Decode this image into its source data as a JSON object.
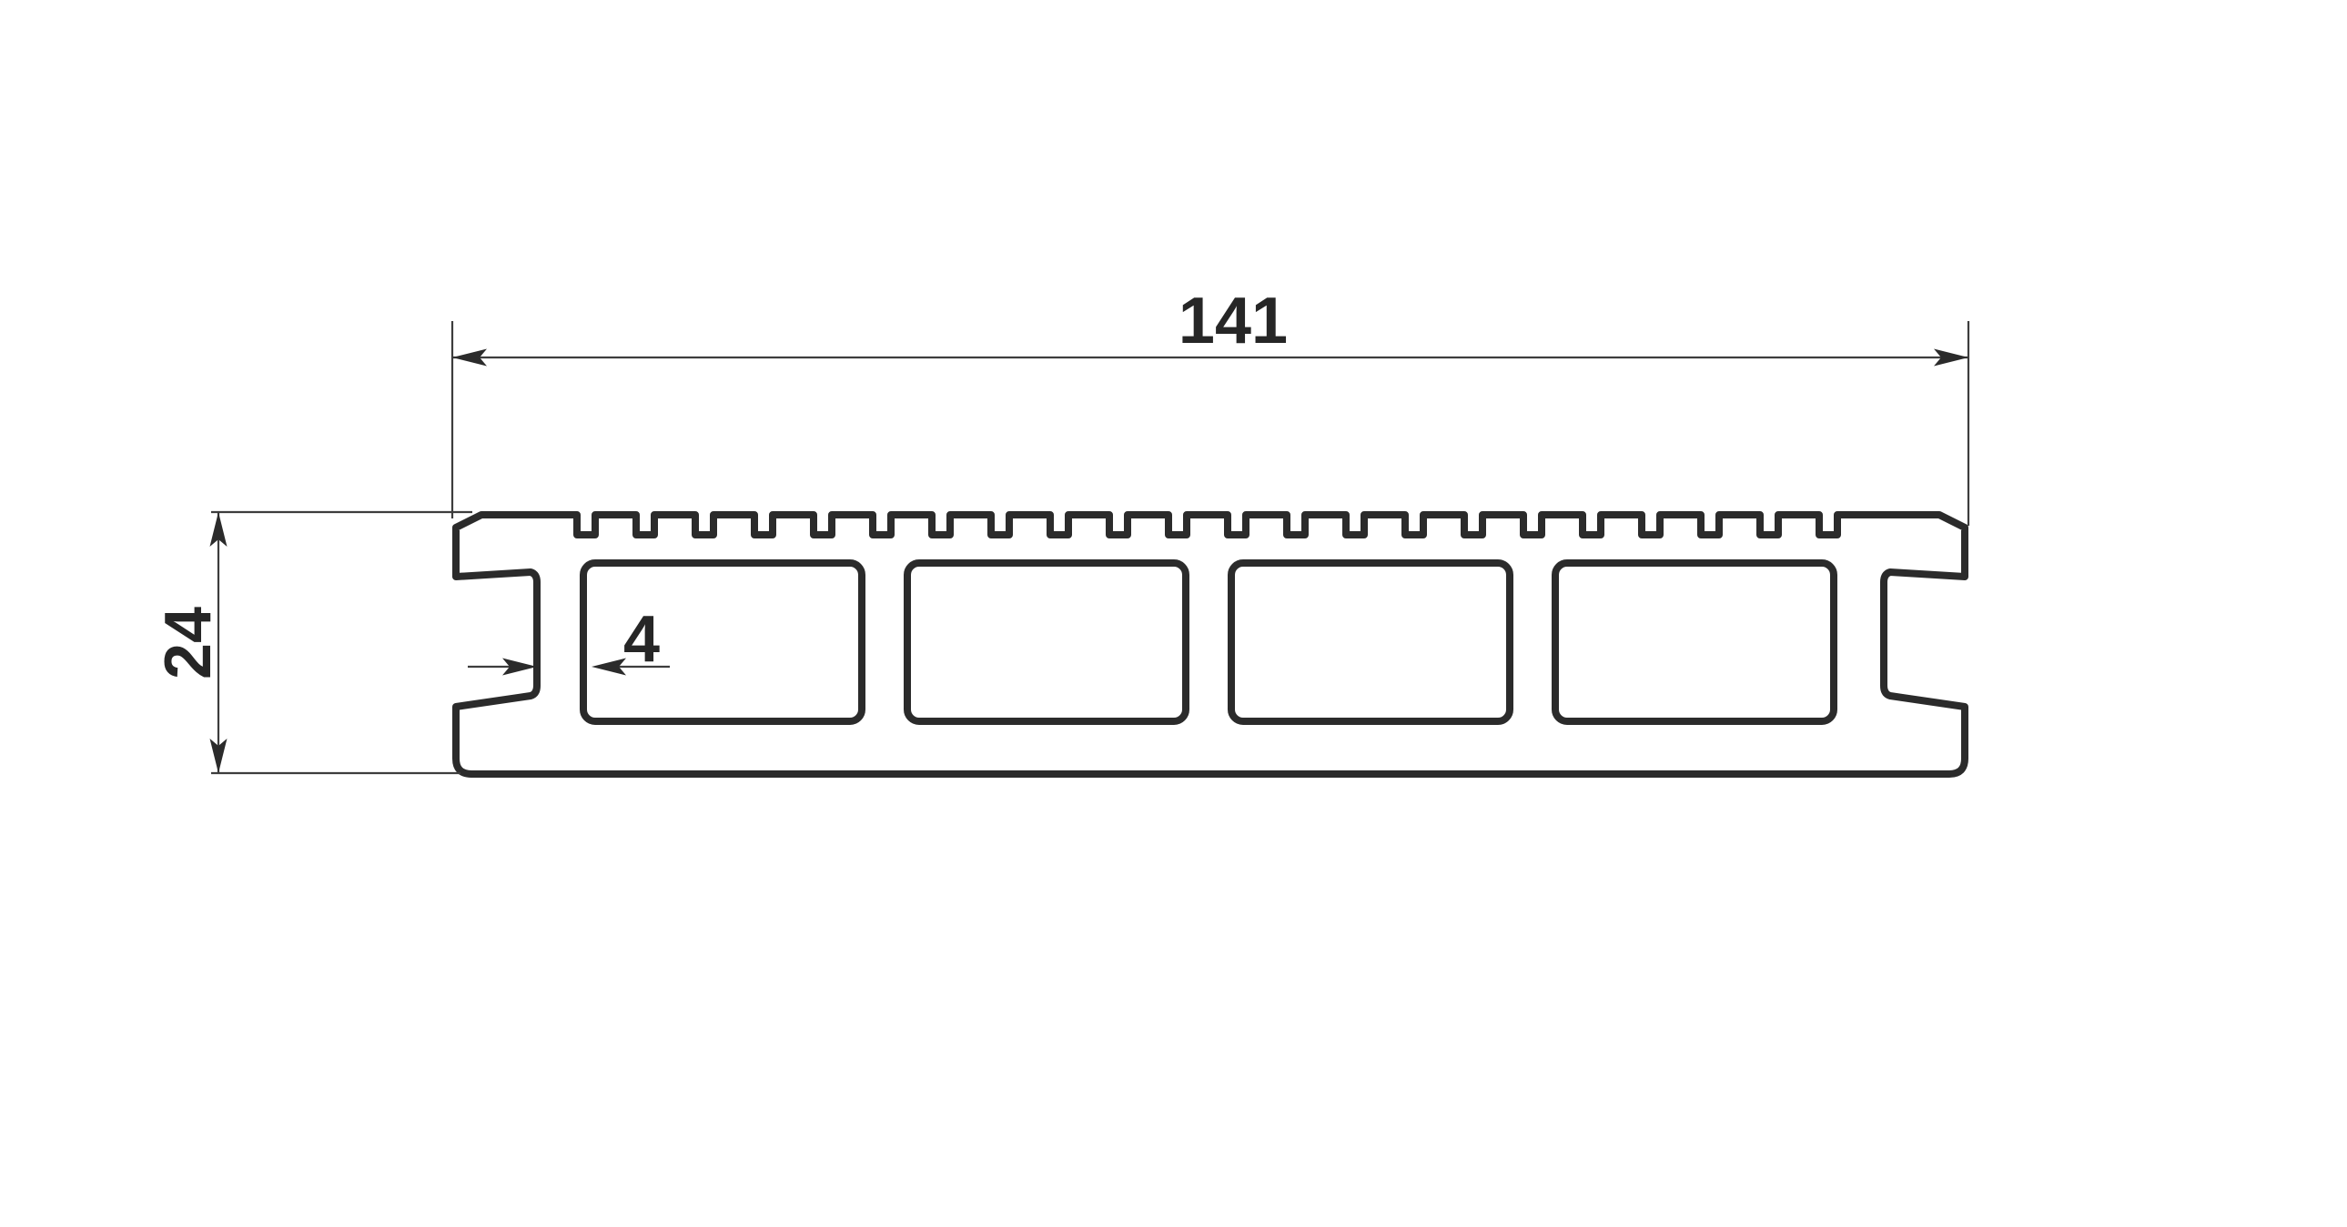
{
  "page": {
    "background_color": "#ffffff"
  },
  "drawing": {
    "type": "technical-cross-section",
    "subject": "hollow-chamber decking board profile",
    "units": "mm",
    "colors": {
      "outline": "#2b2b2b",
      "dimension_lines": "#3d3d3d",
      "text": "#262626",
      "background": "#ffffff"
    },
    "dimensions": {
      "overall_width": {
        "label": "141",
        "value": 141
      },
      "overall_height": {
        "label": "24",
        "value": 24
      },
      "wall_thickness": {
        "label": "4",
        "value": 4
      }
    },
    "profile": {
      "hollow_chambers": 4,
      "top_groove_notches": 22,
      "side_clip_grooves": 2,
      "top_corner_chamfers": 2
    }
  }
}
